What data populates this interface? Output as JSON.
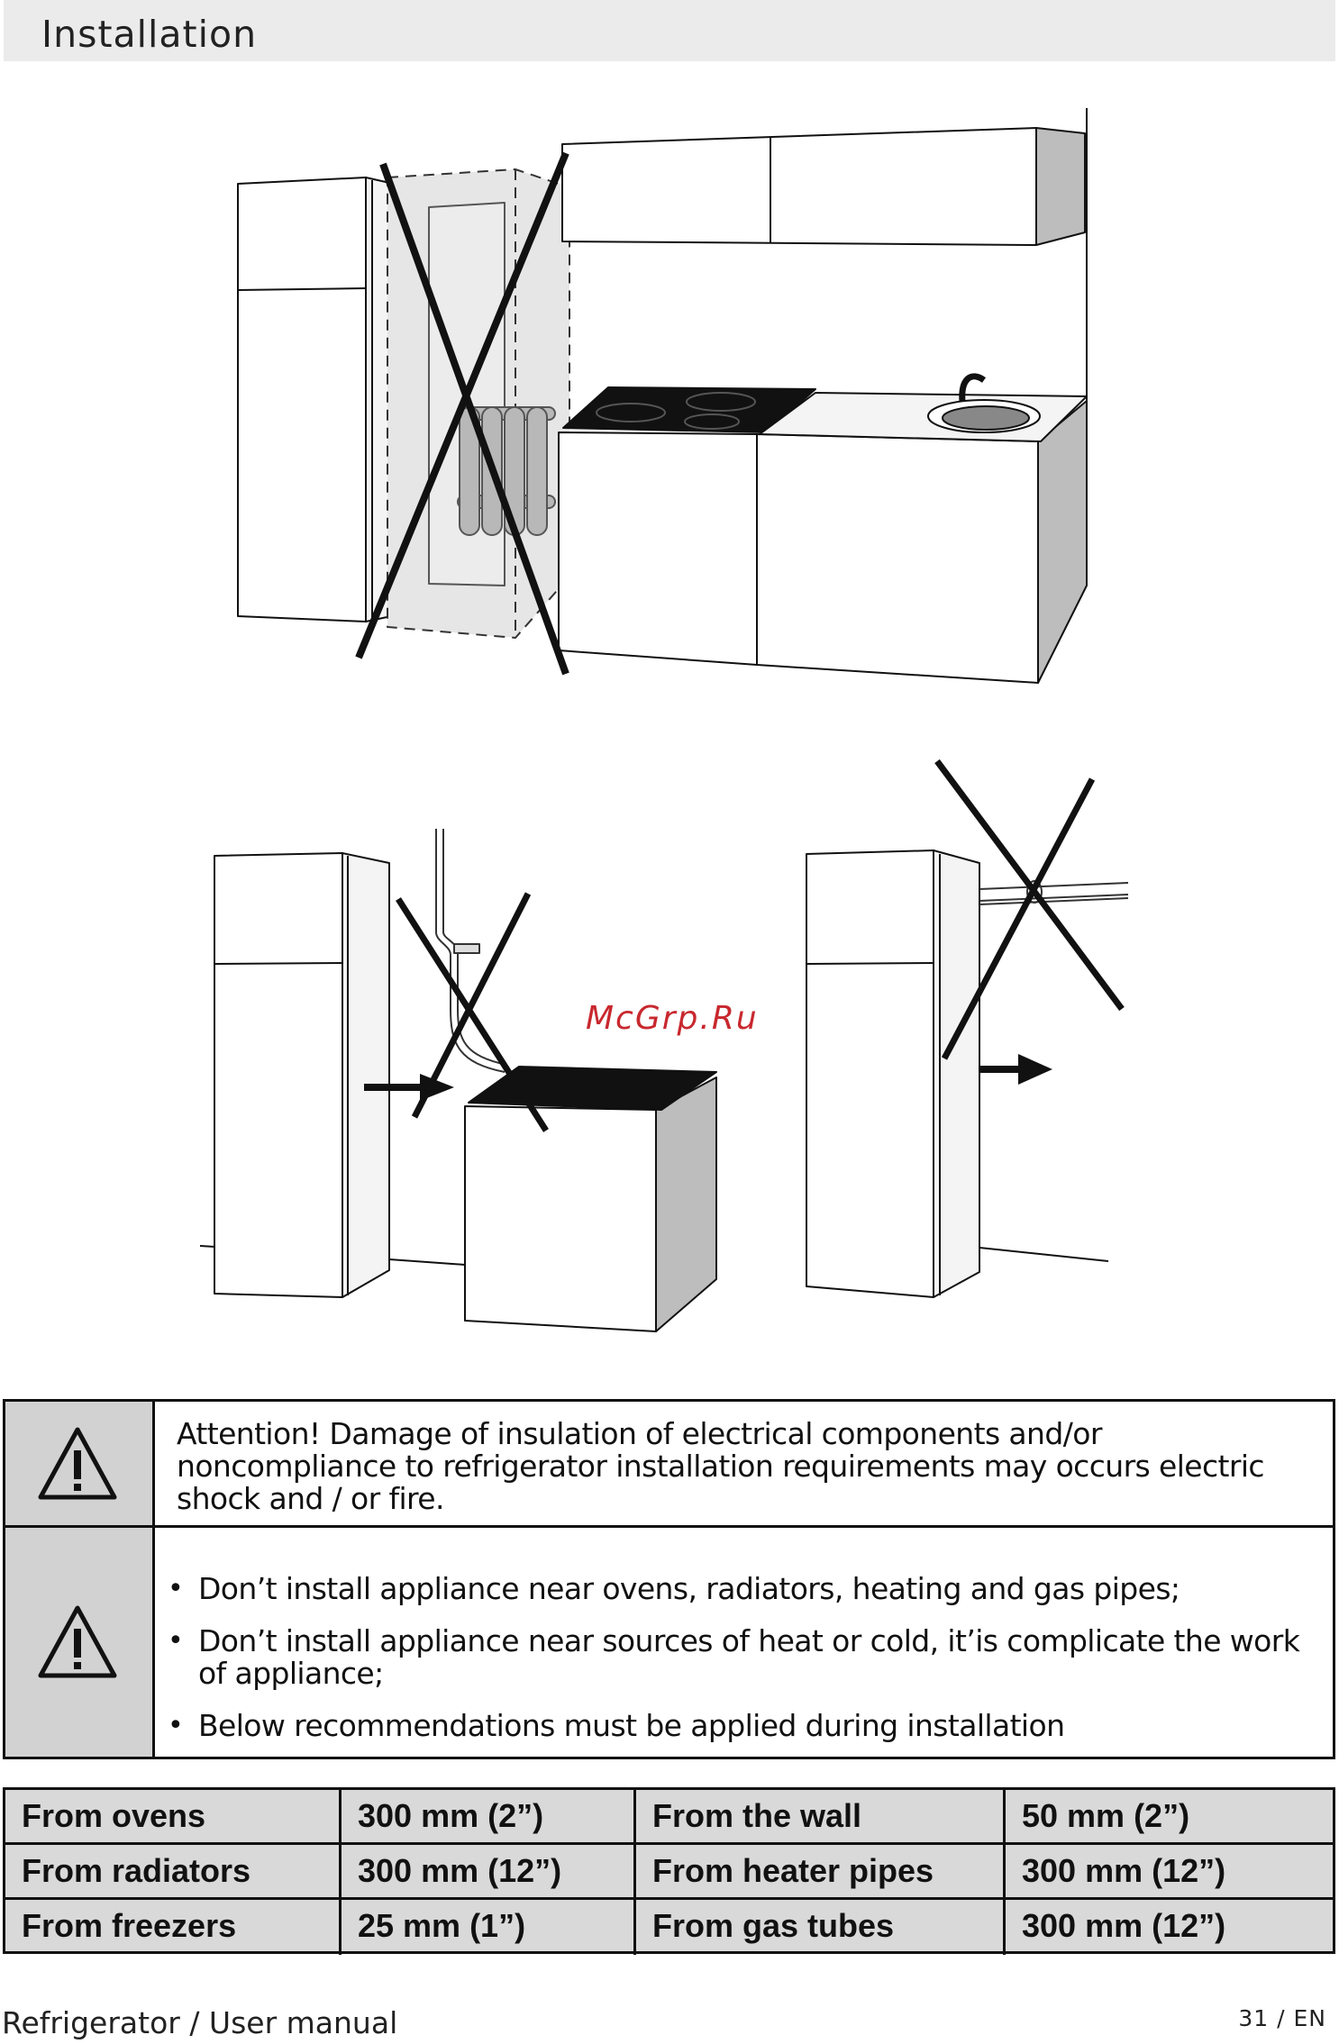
{
  "header": {
    "title": "Installation"
  },
  "watermark": "McGrp.Ru",
  "warnings": {
    "attention": "Attention! Damage of insulation of electrical components and/or noncompliance to refrigerator installation requirements may occurs electric shock and / or fire.",
    "items": [
      "Don’t install appliance near ovens, radiators, heating and gas pipes;",
      "Don’t install appliance near sources of heat or cold, it’is complicate the work of appliance;",
      "Below recommendations must be applied during installation"
    ]
  },
  "distances": {
    "rows": [
      [
        "From ovens",
        "300 mm (2”)",
        "From the wall",
        "50 mm (2”)"
      ],
      [
        "From radiators",
        "300 mm (12”)",
        "From heater pipes",
        "300 mm (12”)"
      ],
      [
        "From freezers",
        "25 mm (1”)",
        "From gas tubes",
        "300 mm (12”)"
      ]
    ]
  },
  "footer": {
    "manual": "Refrigerator / User manual",
    "page": "31 / EN"
  },
  "icons": [
    "warning-triangle-icon",
    "arrow-right-icon",
    "cross-out-icon"
  ]
}
